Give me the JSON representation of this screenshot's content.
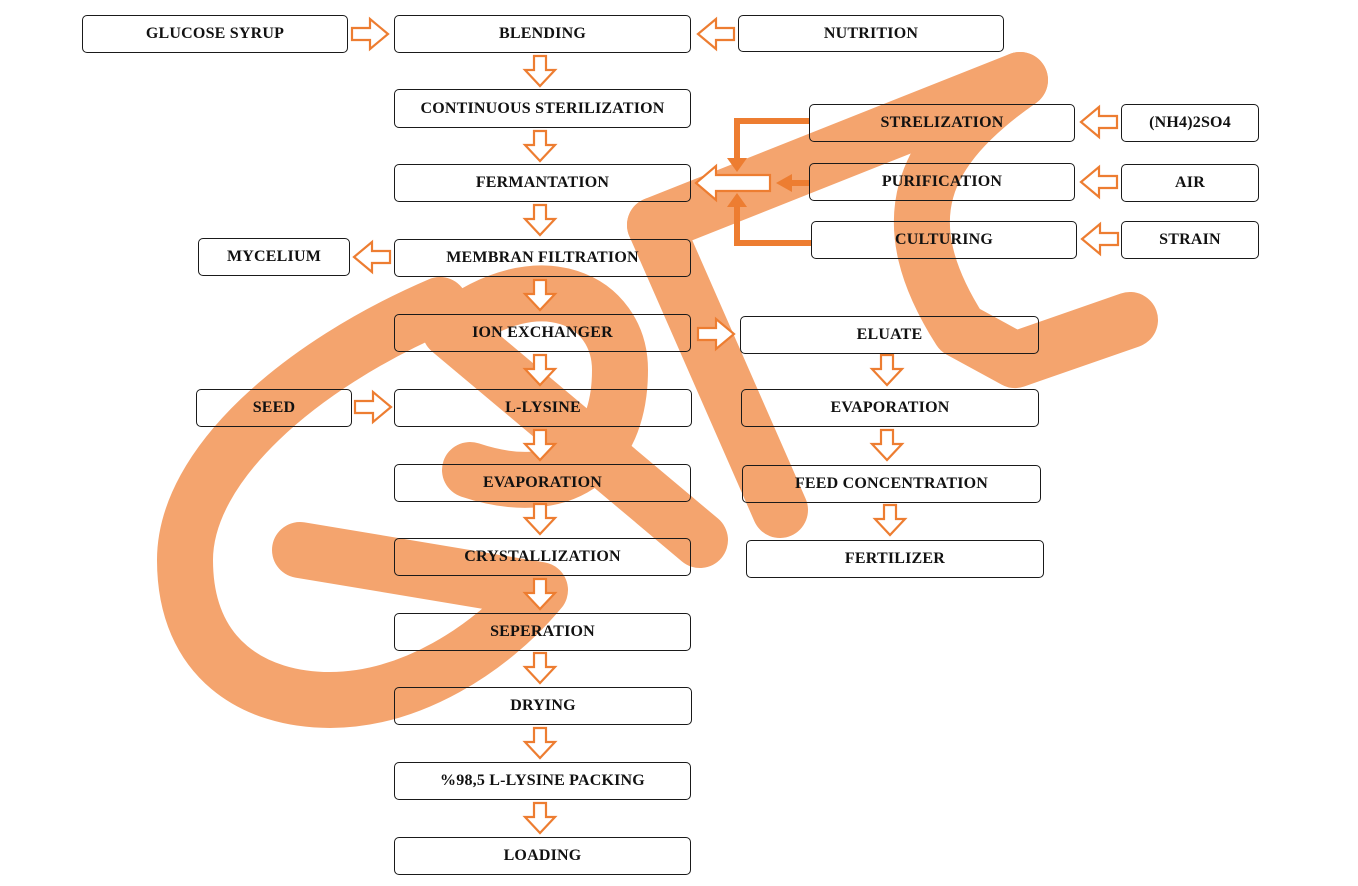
{
  "colors": {
    "accent": "#ED7D31",
    "watermark": "#F4A46E",
    "border": "#1a1a1a",
    "text": "#111111"
  },
  "watermark_icon": "gpt-watermark-logo",
  "nodes": {
    "glucose_syrup": "GLUCOSE SYRUP",
    "blending": "BLENDING",
    "nutrition": "NUTRITION",
    "continuous_sterilization": "CONTINUOUS STERILIZATION",
    "strelization": "STRELIZATION",
    "nh4_2so4": "(NH4)2SO4",
    "fermantation": "FERMANTATION",
    "purification": "PURIFICATION",
    "air": "AIR",
    "culturing": "CULTURING",
    "strain": "STRAIN",
    "mycelium": "MYCELIUM",
    "membran_filtration": "MEMBRAN FILTRATION",
    "ion_exchanger": "ION EXCHANGER",
    "eluate": "ELUATE",
    "seed": "SEED",
    "l_lysine": "L-LYSINE",
    "evaporation_right": "EVAPORATION",
    "evaporation_main": "EVAPORATION",
    "feed_concentration": "FEED CONCENTRATION",
    "crystallization": "CRYSTALLIZATION",
    "fertilizer": "FERTILIZER",
    "seperation": "SEPERATION",
    "drying": "DRYING",
    "packing": "%98,5 L-LYSINE PACKING",
    "loading": "LOADING"
  }
}
